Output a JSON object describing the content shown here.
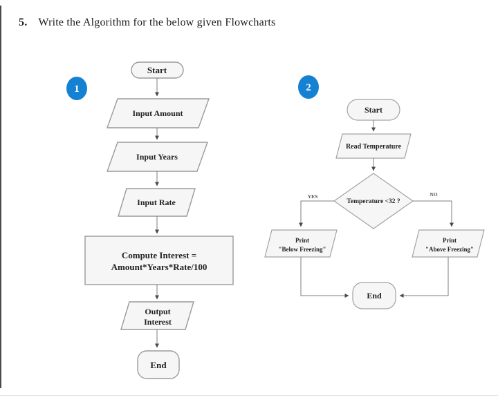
{
  "page": {
    "question_number": "5.",
    "heading": "Write the Algorithm for the below given Flowcharts"
  },
  "colors": {
    "shape_fill": "#f6f6f6",
    "shape_stroke": "#9a9a9a",
    "connector": "#7d7d7d",
    "arrowhead": "#4a4a4a",
    "text": "#222222",
    "badge_blue": "#1581d2",
    "badge_number": "#ffffff"
  },
  "flowchart1": {
    "badge": "1",
    "nodes": {
      "start": "Start",
      "input_amount": "Input Amount",
      "input_years": "Input Years",
      "input_rate": "Input Rate",
      "compute_line1": "Compute Interest =",
      "compute_line2": "Amount*Years*Rate/100",
      "output_line1": "Output",
      "output_line2": "Interest",
      "end": "End"
    }
  },
  "flowchart2": {
    "badge": "2",
    "nodes": {
      "start": "Start",
      "read_temperature": "Read Temperature",
      "decision": "Temperature <32 ?",
      "yes_label": "YES",
      "no_label": "NO",
      "print_below_line1": "Print",
      "print_below_line2": "\"Below Freezing\"",
      "print_above_line1": "Print",
      "print_above_line2": "\"Above Freezing\"",
      "end": "End"
    }
  }
}
